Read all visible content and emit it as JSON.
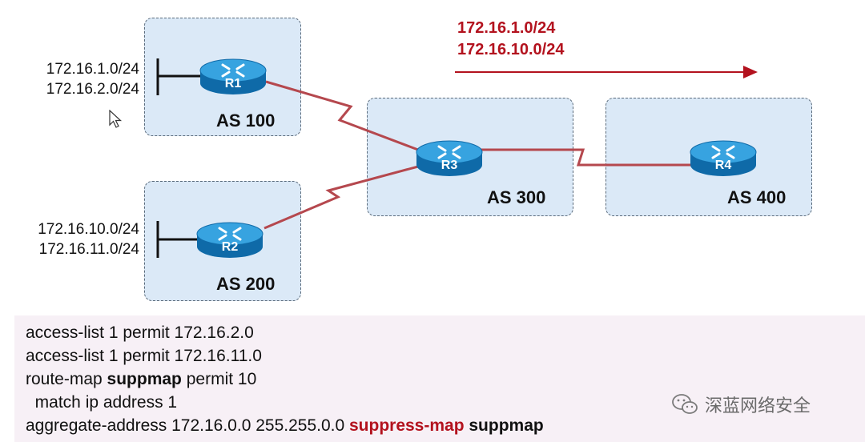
{
  "as_boxes": [
    {
      "id": "as100",
      "label": "AS 100"
    },
    {
      "id": "as200",
      "label": "AS 200"
    },
    {
      "id": "as300",
      "label": "AS 300"
    },
    {
      "id": "as400",
      "label": "AS 400"
    }
  ],
  "routers": [
    {
      "id": "r1",
      "label": "R1"
    },
    {
      "id": "r2",
      "label": "R2"
    },
    {
      "id": "r3",
      "label": "R3"
    },
    {
      "id": "r4",
      "label": "R4"
    }
  ],
  "r1_prefixes": [
    "172.16.1.0/24",
    "172.16.2.0/24"
  ],
  "r2_prefixes": [
    "172.16.10.0/24",
    "172.16.11.0/24"
  ],
  "advertised": [
    "172.16.1.0/24",
    "172.16.10.0/24"
  ],
  "config": {
    "line1": "access-list 1 permit 172.16.2.0",
    "line2": "access-list 1 permit 172.16.11.0",
    "line3_a": "route-map ",
    "line3_b": "suppmap",
    "line3_c": " permit 10",
    "line4": "  match ip address 1",
    "line5_a": "aggregate-address 172.16.0.0 255.255.0.0 ",
    "line5_b": "suppress-map",
    "line5_c": " suppmap"
  },
  "watermark": "深蓝网络安全",
  "colors": {
    "link": "#b5484e",
    "advert": "#b3121e",
    "box": "#dbe9f7",
    "router": "#1a7fc1"
  }
}
